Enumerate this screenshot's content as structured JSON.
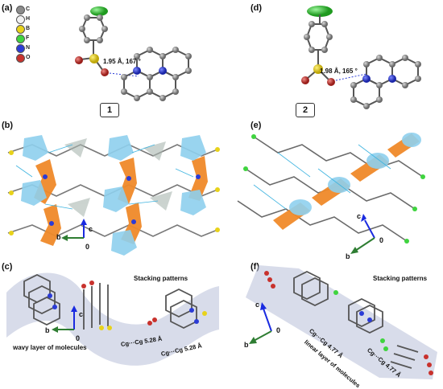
{
  "figure": {
    "panel_labels": {
      "a": "(a)",
      "b": "(b)",
      "c": "(c)",
      "d": "(d)",
      "e": "(e)",
      "f": "(f)"
    },
    "compound_labels": {
      "one": "1",
      "two": "2"
    },
    "legend": [
      {
        "symbol": "C",
        "color": "#8c8c8c"
      },
      {
        "symbol": "H",
        "color": "#f2f2f2"
      },
      {
        "symbol": "B",
        "color": "#e8d21a"
      },
      {
        "symbol": "F",
        "color": "#3fd43f"
      },
      {
        "symbol": "N",
        "color": "#2b3bd6"
      },
      {
        "symbol": "O",
        "color": "#c8322d"
      }
    ],
    "hbond_a": "1.95 Å, 167 °",
    "hbond_d": "1.98 Å, 165 °",
    "axes": {
      "b": "b",
      "c": "c",
      "origin": "0"
    },
    "stacking_title_c": "Stacking patterns",
    "stacking_title_f": "Stacking patterns",
    "cg_c1": "Cg···Cg  5.28 Å",
    "cg_c2": "Cg···Cg  5.28 Å",
    "cg_f1": "Cg···Cg  4.77 Å",
    "cg_f2": "Cg···Cg  4.77 Å",
    "layer_c": "wavy layer of molecules",
    "layer_f": "linear layer of molecules"
  }
}
